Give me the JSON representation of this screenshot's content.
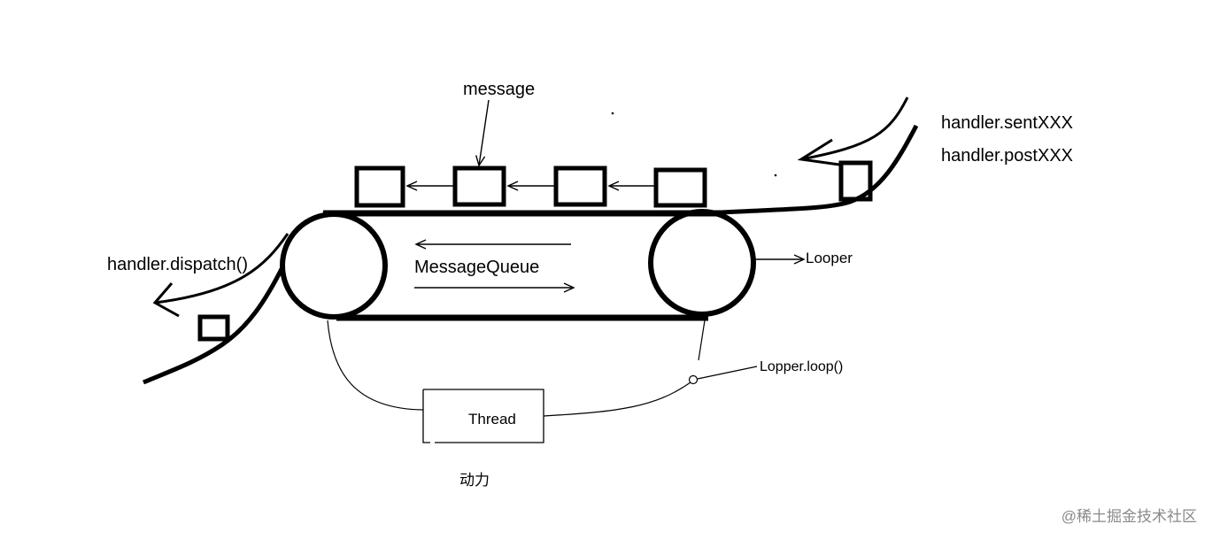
{
  "labels": {
    "message": "message",
    "sent": "handler.sentXXX",
    "post": "handler.postXXX",
    "dispatch": "handler.dispatch()",
    "queue": "MessageQueue",
    "looper": "Looper",
    "loop": "Lopper.loop()",
    "thread": "Thread",
    "power": "动力"
  },
  "watermark": "@稀土掘金技术社区"
}
